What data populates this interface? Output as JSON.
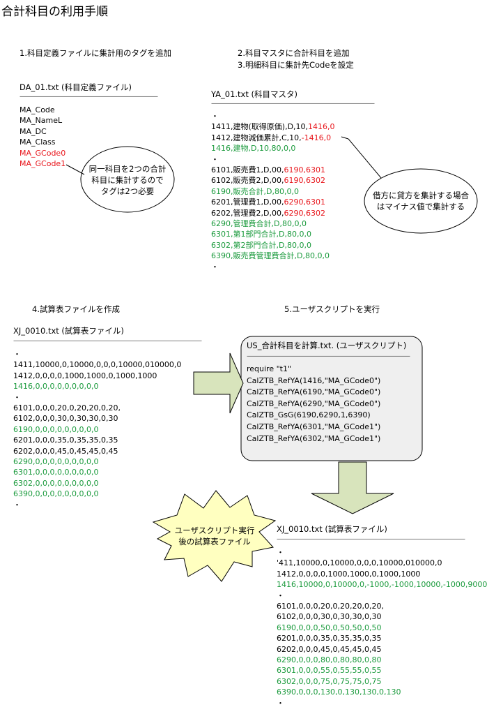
{
  "title": "合計科目の利用手順",
  "steps": {
    "step1": "1.科目定義ファイルに集計用のタグを追加",
    "step23": [
      "2.科目マスタに合計科目を追加",
      "3.明細科目に集計先Codeを設定"
    ],
    "step4": "4.試算表ファイルを作成",
    "step5": "5.ユーザスクリプトを実行"
  },
  "da_file": {
    "name": "DA_01.txt (科目定義ファイル)",
    "rule": "——————————————————————",
    "lines": [
      {
        "text": "MA_Code",
        "color": "black"
      },
      {
        "text": "MA_NameL",
        "color": "black"
      },
      {
        "text": "MA_DC",
        "color": "black"
      },
      {
        "text": "MA_Class",
        "color": "black"
      },
      {
        "text": "MA_GCode0",
        "color": "red"
      },
      {
        "text": "MA_GCode1",
        "color": "red"
      }
    ],
    "callout": [
      "同一科目を2つの合計",
      "科目に集計するので",
      "タグは2つ必要"
    ]
  },
  "ya_file": {
    "name": "YA_01.txt (科目マスタ)",
    "rule": "——————————————————————————",
    "lines": [
      [
        {
          "text": "・",
          "color": "black"
        }
      ],
      [
        {
          "text": "1411,建物(取得原価),D,10,",
          "color": "black"
        },
        {
          "text": "1416,0",
          "color": "red"
        }
      ],
      [
        {
          "text": "1412,建物減価累計,C,10,",
          "color": "black"
        },
        {
          "text": "-1416,0",
          "color": "red"
        }
      ],
      [
        {
          "text": "1416,建物,D,10,80,0,0",
          "color": "green"
        }
      ],
      [
        {
          "text": "・",
          "color": "black"
        }
      ],
      [
        {
          "text": "6101,販売費1,D,00,",
          "color": "black"
        },
        {
          "text": "6190,6301",
          "color": "red"
        }
      ],
      [
        {
          "text": "6102,販売費2,D,00,",
          "color": "black"
        },
        {
          "text": "6190,6302",
          "color": "red"
        }
      ],
      [
        {
          "text": "6190,販売合計,D,80,0,0",
          "color": "green"
        }
      ],
      [
        {
          "text": "6201,管理費1,D,00,",
          "color": "black"
        },
        {
          "text": "6290,6301",
          "color": "red"
        }
      ],
      [
        {
          "text": "6202,管理費2,D,00,",
          "color": "black"
        },
        {
          "text": "6290,6302",
          "color": "red"
        }
      ],
      [
        {
          "text": "6290,管理費合計,D,80,0,0",
          "color": "green"
        }
      ],
      [
        {
          "text": "6301,第1部門合計,D,80,0,0",
          "color": "green"
        }
      ],
      [
        {
          "text": "6302,第2部門合計,D,80,0,0",
          "color": "green"
        }
      ],
      [
        {
          "text": "6390,販売費管理費合計,D,80,0,0",
          "color": "green"
        }
      ],
      [
        {
          "text": "・",
          "color": "black"
        }
      ]
    ],
    "callout": [
      "借方に貸方を集計する場合",
      "はマイナス値で集計する"
    ]
  },
  "xj_file": {
    "name": "XJ_0010.txt (試算表ファイル)",
    "rule": "——————————————————————————————",
    "lines": [
      {
        "text": "・",
        "color": "black"
      },
      {
        "text": "1411,10000,0,10000,0,0,0,10000,010000,0",
        "color": "black"
      },
      {
        "text": "1412,0,0,0,0,1000,1000,0,1000,1000",
        "color": "black"
      },
      {
        "text": "1416,0,0,0,0,0,0,0,0,0",
        "color": "green"
      },
      {
        "text": "・",
        "color": "black"
      },
      {
        "text": "6101,0,0,0,20,0,20,20,0,20,",
        "color": "black"
      },
      {
        "text": "6102,0,0,0,30,0,30,30,0,30",
        "color": "black"
      },
      {
        "text": "6190,0,0,0,0,0,0,0,0,0",
        "color": "green"
      },
      {
        "text": "6201,0,0,0,35,0,35,35,0,35",
        "color": "black"
      },
      {
        "text": "6202,0,0,0,45,0,45,45,0,45",
        "color": "black"
      },
      {
        "text": "6290,0,0,0,0,0,0,0,0,0",
        "color": "green"
      },
      {
        "text": "6301,0,0,0,0,0,0,0,0,0",
        "color": "green"
      },
      {
        "text": "6302,0,0,0,0,0,0,0,0,0",
        "color": "green"
      },
      {
        "text": "6390,0,0,0,0,0,0,0,0,0",
        "color": "green"
      },
      {
        "text": "・",
        "color": "black"
      }
    ]
  },
  "us_script": {
    "name": "US_合計科目を計算.txt. (ユーザスクリプト)",
    "rule": "——————————————————————————",
    "lines": [
      "require \"t1\"",
      "CalZTB_RefYA(1416,\"MA_GCode0\")",
      "CalZTB_RefYA(6190,\"MA_GCode0\")",
      "CalZTB_RefYA(6290,\"MA_GCode0\")",
      "CalZTB_GsG(6190,6290,1,6390)",
      "CalZTB_RefYA(6301,\"MA_GCode1\")",
      "CalZTB_RefYA(6302,\"MA_GCode1\")"
    ]
  },
  "burst": [
    "ユーザスクリプト実行",
    "後の試算表ファイル"
  ],
  "xj_result": {
    "name": "XJ_0010.txt (試算表ファイル)",
    "rule": "——————————————————————————————",
    "lines": [
      {
        "text": "・",
        "color": "black"
      },
      {
        "text": "'411,10000,0,10000,0,0,0,10000,010000,0",
        "color": "black"
      },
      {
        "text": "1412,0,0,0,0,1000,1000,0,1000,1000",
        "color": "black"
      },
      {
        "text": "1416,10000,0,10000,0,-1000,-1000,10000,-1000,9000",
        "color": "green"
      },
      {
        "text": "・",
        "color": "black"
      },
      {
        "text": "6101,0,0,0,20,0,20,20,0,20,",
        "color": "black"
      },
      {
        "text": "6102,0,0,0,30,0,30,30,0,30",
        "color": "black"
      },
      {
        "text": "6190,0,0,0,50,0,50,50,0,50",
        "color": "green"
      },
      {
        "text": "6201,0,0,0,35,0,35,35,0,35",
        "color": "black"
      },
      {
        "text": "6202,0,0,0,45,0,45,45,0,45",
        "color": "black"
      },
      {
        "text": "6290,0,0,0,80,0,80,80,0,80",
        "color": "green"
      },
      {
        "text": "6301,0,0,0,55,0,55,55,0,55",
        "color": "green"
      },
      {
        "text": "6302,0,0,0,75,0,75,75,0,75",
        "color": "green"
      },
      {
        "text": "6390,0,0,0,130,0,130,130,0,130",
        "color": "green"
      },
      {
        "text": "・",
        "color": "black"
      }
    ]
  },
  "colors": {
    "red": "#e8141a",
    "green": "#1a9a3c",
    "arrow_fill": "#d8e4bc",
    "box_fill": "#efefef",
    "burst_fill": "#ffffc0"
  }
}
